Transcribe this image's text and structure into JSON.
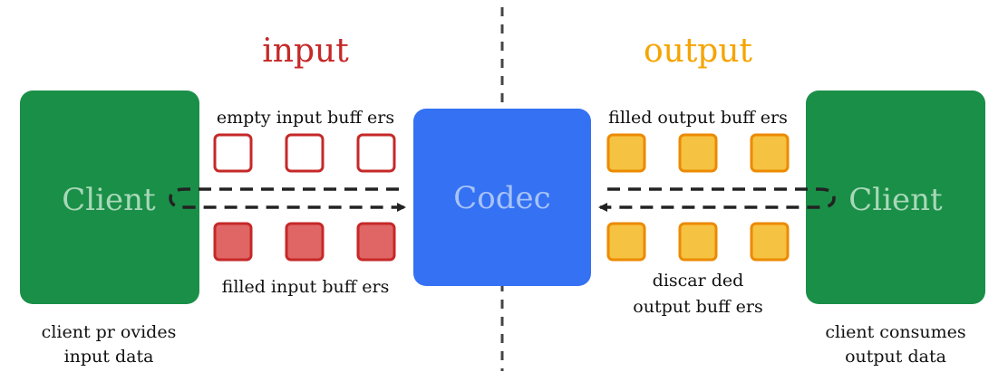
{
  "headings": {
    "input": "input",
    "output": "output"
  },
  "blocks": {
    "client_left": "Client",
    "codec": "Codec",
    "client_right": "Client"
  },
  "labels": {
    "empty_input_buffers": "empty input buff ers",
    "filled_input_buffers": "filled input buff ers",
    "filled_output_buffers": "filled output buff ers",
    "discarded_line1": "discar ded",
    "discarded_line2": "output buff ers"
  },
  "captions": {
    "left_line1": "client pr ovides",
    "left_line2": "input data",
    "right_line1": "client consumes",
    "right_line2": "output data"
  },
  "colors": {
    "client_green": "#1a8f48",
    "client_text": "#a9d8b8",
    "codec_blue": "#3471f3",
    "codec_text": "#a8c3f8",
    "input_red": "#c62828",
    "input_fill": "#e06666",
    "output_orange": "#f5a400",
    "output_fill": "#f6c242",
    "output_stroke": "#ec8a00",
    "arrow": "#222222",
    "divider": "#444444"
  }
}
